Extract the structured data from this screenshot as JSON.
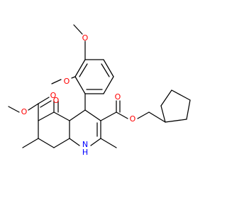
{
  "molecule": {
    "atom_labels": {
      "o_methoxy_top": "O",
      "o_methoxy_mid": "O",
      "o_ester_left_carbonyl": "O",
      "o_ester_left_ether": "O",
      "o_ketone": "O",
      "o_ester_right_carbonyl": "O",
      "o_ester_right_ether": "O",
      "n_ring": "N",
      "h_ring": "H"
    }
  },
  "colors": {
    "bond": "#000000",
    "oxygen": "#ff0000",
    "nitrogen": "#0000ff",
    "background": "#ffffff"
  }
}
